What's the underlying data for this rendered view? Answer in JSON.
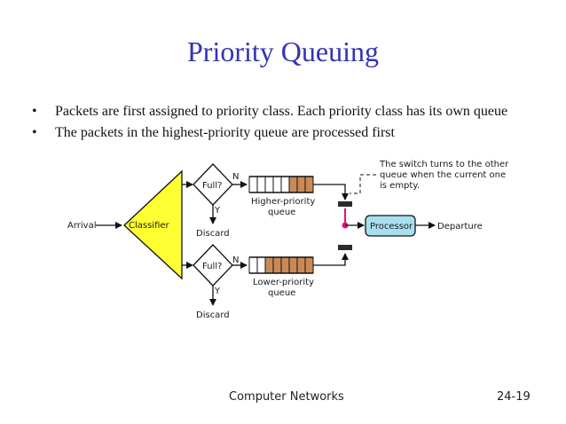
{
  "slide": {
    "title": "Priority Queuing",
    "bullets": [
      "Packets are first assigned to priority class. Each priority class has its own queue",
      "The packets in the highest-priority queue are processed first"
    ],
    "bullet_char": "•"
  },
  "diagram": {
    "arrival": "Arrival",
    "classifier": "Classifier",
    "full_top": "Full?",
    "full_bottom": "Full?",
    "n_top": "N",
    "n_bottom": "N",
    "y_top": "Y",
    "y_bottom": "Y",
    "discard_top": "Discard",
    "discard_bottom": "Discard",
    "higher_queue_line1": "Higher-priority",
    "higher_queue_line2": "queue",
    "lower_queue_line1": "Lower-priority",
    "lower_queue_line2": "queue",
    "processor": "Processor",
    "departure": "Departure",
    "note_line1": "The switch turns to the other",
    "note_line2": "queue when the current one",
    "note_line3": "is empty.",
    "higher_queue_filled_slots": 3,
    "higher_queue_total_slots": 8,
    "lower_queue_filled_slots": 6,
    "lower_queue_total_slots": 8,
    "colors": {
      "classifier_fill": "#ffff33",
      "processor_fill": "#a8dff0",
      "packet_fill": "#c98a55",
      "switch_color": "#e0137a",
      "title_color": "#3333b3"
    }
  },
  "footer": {
    "course": "Computer Networks",
    "page": "24-19"
  }
}
